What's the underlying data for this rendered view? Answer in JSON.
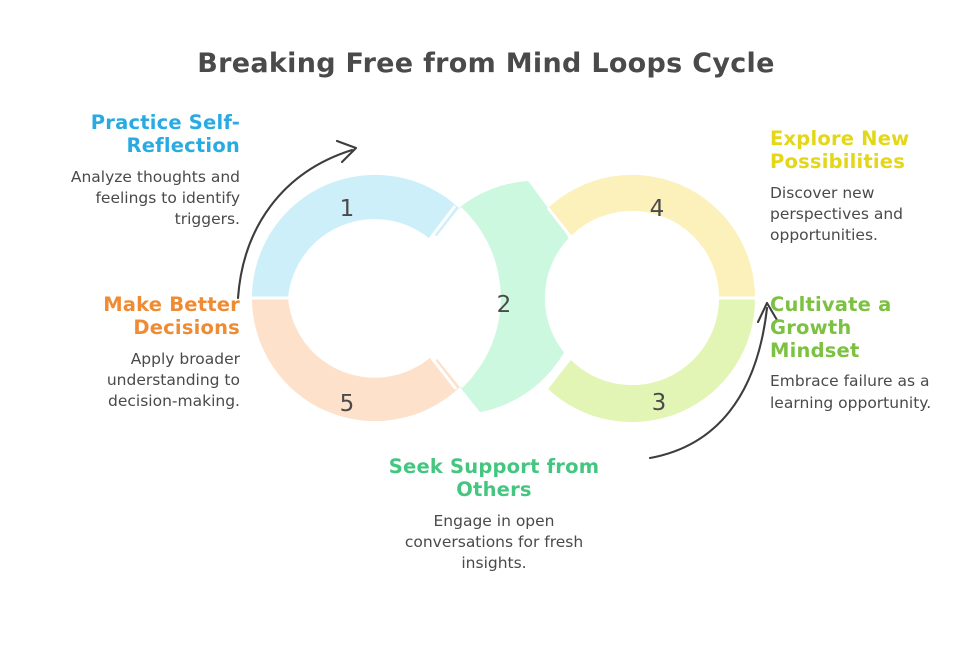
{
  "title": "Breaking Free from Mind Loops Cycle",
  "colors": {
    "title_text": "#4a4a4a",
    "body_text": "#4a4a4a",
    "arrow": "#3d3d3d",
    "seg1_fill": "#cdeff9",
    "seg2_fill": "#cdf8e0",
    "seg3_fill": "#e3f5b5",
    "seg4_fill": "#fcf0bb",
    "seg5_fill": "#fde1ca",
    "heading_self_reflection": "#29abe2",
    "heading_decisions": "#ef8b33",
    "heading_possibilities": "#e3d717",
    "heading_growth": "#7cc142",
    "heading_support": "#45c680"
  },
  "segments": [
    {
      "number": "1",
      "name": "practice-self-reflection"
    },
    {
      "number": "2",
      "name": "seek-support-from-others"
    },
    {
      "number": "3",
      "name": "cultivate-a-growth-mindset"
    },
    {
      "number": "4",
      "name": "explore-new-possibilities"
    },
    {
      "number": "5",
      "name": "make-better-decisions"
    }
  ],
  "blocks": {
    "self_reflection": {
      "heading": "Practice Self-Reflection",
      "body": "Analyze thoughts and feelings to identify triggers."
    },
    "decisions": {
      "heading": "Make Better Decisions",
      "body": "Apply broader understanding to decision-making."
    },
    "possibilities": {
      "heading": "Explore New Possibilities",
      "body": "Discover new perspectives and opportunities."
    },
    "growth": {
      "heading": "Cultivate a Growth Mindset",
      "body": "Embrace failure as a learning opportunity."
    },
    "support": {
      "heading": "Seek Support from Others",
      "body": "Engage in open conversations for fresh insights."
    }
  },
  "chart_data": {
    "type": "pie",
    "title": "Breaking Free from Mind Loops Cycle",
    "layout": "two overlapping donut rings forming an infinity loop; left ring center (375,298) r_out 123 r_in 87; right ring center (632,298) r_out 123 r_in 87",
    "legend": "inline labels around the rings",
    "items": [
      {
        "number": 1,
        "label": "Practice Self-Reflection",
        "color": "#cdeff9",
        "ring": "left",
        "start_deg": 180,
        "end_deg": 315
      },
      {
        "number": 2,
        "label": "Seek Support from Others",
        "color": "#cdf8e0",
        "ring": "overlap",
        "start_deg": 315,
        "end_deg": 60
      },
      {
        "number": 3,
        "label": "Cultivate a Growth Mindset",
        "color": "#e3f5b5",
        "ring": "right",
        "start_deg": 0,
        "end_deg": 125
      },
      {
        "number": 4,
        "label": "Explore New Possibilities",
        "color": "#fcf0bb",
        "ring": "right",
        "start_deg": 235,
        "end_deg": 360
      },
      {
        "number": 5,
        "label": "Make Better Decisions",
        "color": "#fde1ca",
        "ring": "left",
        "start_deg": 60,
        "end_deg": 180
      }
    ]
  }
}
